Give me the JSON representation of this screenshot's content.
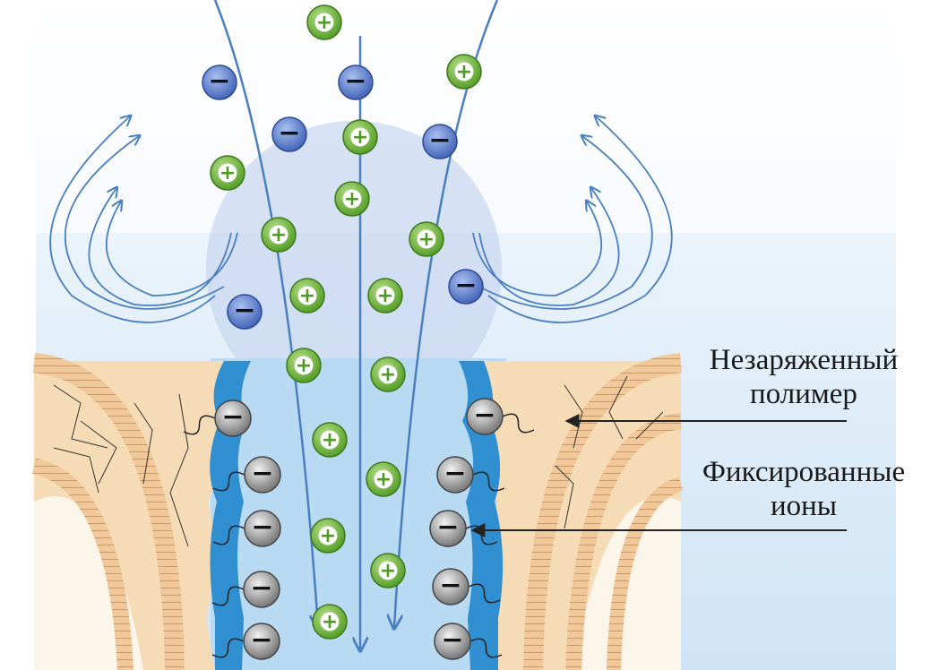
{
  "labels": {
    "uncharged_polymer": [
      "Незаряженный",
      "полимер"
    ],
    "fixed_ions": [
      "Фиксированные",
      "ионы"
    ]
  },
  "ion_signs": {
    "positive": "+",
    "negative": "−"
  },
  "colors": {
    "positive_ion": "#6fbf3a",
    "negative_ion": "#5b7fd0",
    "fixed_ion": "#9a9a9a",
    "flow": "#4a7fc0",
    "polymer": "#f4d3a6",
    "lining": "#2f8fd0"
  }
}
